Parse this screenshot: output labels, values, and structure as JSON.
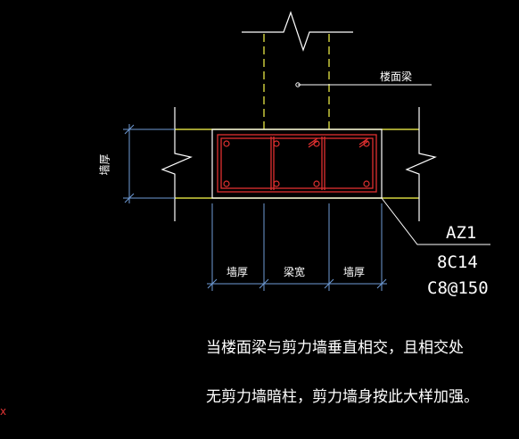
{
  "labels": {
    "beam_label": "楼面梁",
    "wall_thickness_left": "墙厚",
    "beam_width": "梁宽",
    "wall_thickness_right": "墙厚",
    "side_dim": "墙厚",
    "column_id": "AZ1",
    "long_bars": "8C14",
    "stirrups": "C8@150",
    "axis_mark": "x"
  },
  "note": {
    "line1": "当楼面梁与剪力墙垂直相交，且相交处",
    "line2": "无剪力墙暗柱，剪力墙身按此大样加强。"
  },
  "colors": {
    "wall_outline": "#d6d640",
    "beam_dashed": "#d6d640",
    "rebar": "#e03030",
    "dimension": "#6f9bd6",
    "text": "#ffffff",
    "background": "#000000"
  }
}
